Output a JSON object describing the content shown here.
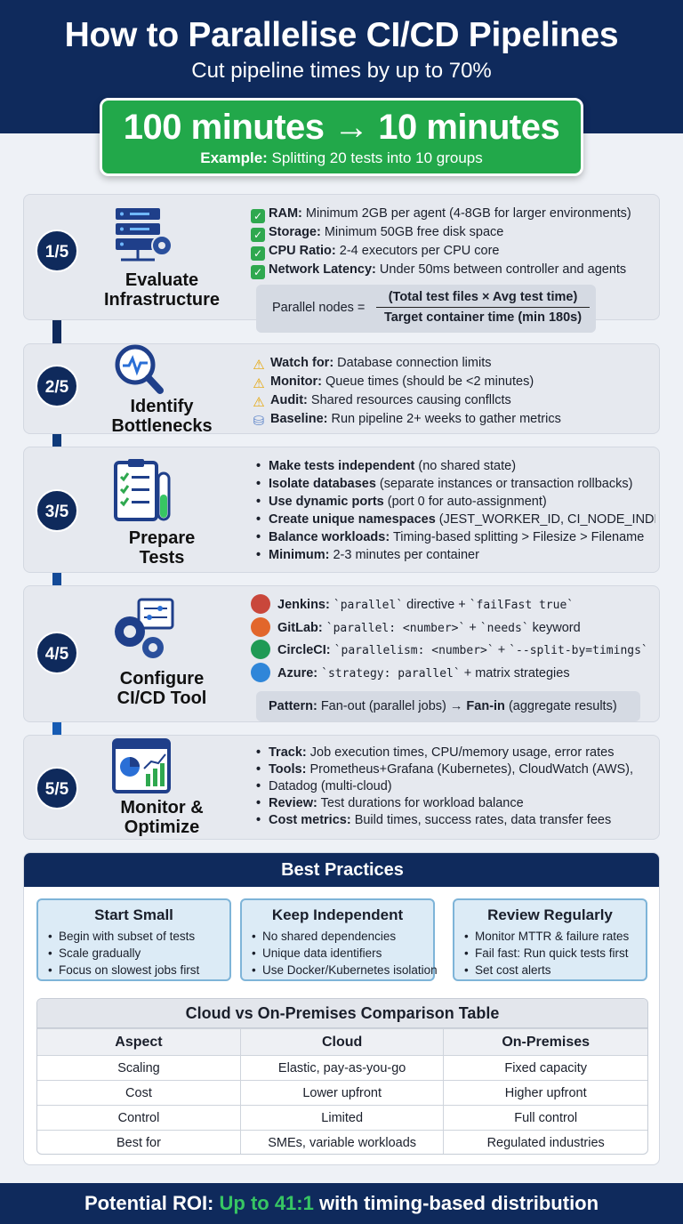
{
  "header": {
    "title": "How to Parallelise CI/CD Pipelines",
    "subtitle": "Cut pipeline times by up to 70%",
    "hero_main": "100 minutes → 10 minutes",
    "hero_example_label": "Example:",
    "hero_example_text": " Splitting 20 tests into 10 groups"
  },
  "steps": [
    {
      "badge": "1/5",
      "label_line1": "Evaluate",
      "label_line2": "Infrastructure",
      "icon": "server-gear-icon",
      "items": [
        {
          "marker": "check-icon",
          "label": "RAM:",
          "text": " Minimum 2GB per agent (4-8GB for larger environments)"
        },
        {
          "marker": "check-icon",
          "label": "Storage:",
          "text": " Minimum 50GB free disk space"
        },
        {
          "marker": "check-icon",
          "label": "CPU Ratio:",
          "text": " 2-4 executors per CPU core"
        },
        {
          "marker": "check-icon",
          "label": "Network Latency:",
          "text": " Under 50ms between controller and agents"
        }
      ],
      "formula": {
        "label": "Parallel nodes =",
        "numerator": "(Total test files × Avg test time)",
        "denominator": "Target container time (min 180s)"
      }
    },
    {
      "badge": "2/5",
      "label_line1": "Identify",
      "label_line2": "Bottlenecks",
      "icon": "magnifier-pulse-icon",
      "items": [
        {
          "marker": "warning-icon",
          "label": "Watch for:",
          "text": " Database connection limits"
        },
        {
          "marker": "warning-icon",
          "label": "Monitor:",
          "text": " Queue times (should be <2 minutes)"
        },
        {
          "marker": "warning-icon",
          "label": "Audit:",
          "text": " Shared resources causing confllcts"
        },
        {
          "marker": "database-icon",
          "label": "Baseline:",
          "text": " Run pipeline 2+ weeks to gather metrics"
        }
      ]
    },
    {
      "badge": "3/5",
      "label_line1": "Prepare",
      "label_line2": "Tests",
      "icon": "clipboard-testtube-icon",
      "items": [
        {
          "label": "Make tests independent",
          "text": " (no shared state)"
        },
        {
          "label": "Isolate databases",
          "text": " (separate instances or transaction rollbacks)"
        },
        {
          "label": "Use dynamic ports",
          "text": " (port 0 for auto-assignment)"
        },
        {
          "label": "Create unique namespaces",
          "text": " (JEST_WORKER_ID, CI_NODE_INDEX)"
        },
        {
          "label": "Balance workloads:",
          "text": " Timing-based splitting > Filesize > Filename"
        },
        {
          "label": "Minimum:",
          "text": " 2-3 minutes per container"
        }
      ]
    },
    {
      "badge": "4/5",
      "label_line1": "Configure",
      "label_line2": "CI/CD Tool",
      "icon": "gears-panel-icon",
      "tools": [
        {
          "icon": "jenkins-icon",
          "color": "#c9473b",
          "label": "Jenkins:",
          "code1": "`parallel`",
          "mid": " directive + ",
          "code2": "`failFast true`",
          "tail": ""
        },
        {
          "icon": "gitlab-icon",
          "color": "#e2662b",
          "label": "GitLab:",
          "code1": "`parallel: <number>`",
          "mid": " + ",
          "code2": "`needs`",
          "tail": " keyword"
        },
        {
          "icon": "circleci-icon",
          "color": "#1f9a55",
          "label": "CircleCI:",
          "code1": "`parallelism: <number>`",
          "mid": " + ",
          "code2": "`--split-by=timings`",
          "tail": ""
        },
        {
          "icon": "azure-icon",
          "color": "#2f86d9",
          "label": "Azure:",
          "code1": "`strategy: parallel`",
          "mid": " + matrix strategies",
          "code2": "",
          "tail": ""
        }
      ],
      "pattern": {
        "label": "Pattern:",
        "text": " Fan-out (parallel jobs) → ",
        "bold": "Fan-in",
        "tail": " (aggregate results)"
      }
    },
    {
      "badge": "5/5",
      "label_line1": "Monitor &",
      "label_line2": "Optimize",
      "icon": "dashboard-chart-icon",
      "items": [
        {
          "label": "Track:",
          "text": " Job execution times, CPU/memory usage, error rates"
        },
        {
          "label": "Tools:",
          "text": " Prometheus+Grafana (Kubernetes), CloudWatch (AWS),"
        },
        {
          "label": "",
          "text": "Datadog (multi-cloud)"
        },
        {
          "label": "Review:",
          "text": " Test durations for workload balance"
        },
        {
          "label": "Cost metrics:",
          "text": " Build times, success rates, data transfer fees"
        }
      ]
    }
  ],
  "best_practices": {
    "title": "Best Practices",
    "cards": [
      {
        "title": "Start Small",
        "items": [
          "Begin with subset of tests",
          "Scale gradually",
          "Focus on slowest jobs first"
        ]
      },
      {
        "title": "Keep Independent",
        "items": [
          "No shared dependencies",
          "Unique data identifiers",
          "Use Docker/Kubernetes isolation"
        ]
      },
      {
        "title": "Review Regularly",
        "items": [
          "Monitor MTTR & failure rates",
          "Fail fast: Run quick tests first",
          "Set cost alerts"
        ]
      }
    ]
  },
  "comparison": {
    "title": "Cloud vs On-Premises Comparison Table",
    "headers": [
      "Aspect",
      "Cloud",
      "On-Premises"
    ],
    "rows": [
      [
        "Scaling",
        "Elastic, pay-as-you-go",
        "Fixed capacity"
      ],
      [
        "Cost",
        "Lower upfront",
        "Higher upfront"
      ],
      [
        "Control",
        "Limited",
        "Full control"
      ],
      [
        "Best for",
        "SMEs, variable workloads",
        "Regulated industries"
      ]
    ]
  },
  "footer": {
    "label": "Potential ROI: ",
    "highlight": "Up to 41:1",
    "text": " with timing-based distribution"
  },
  "colors": {
    "navy": "#0f2a5c",
    "green": "#22a84a",
    "highlight_green": "#37c663"
  }
}
